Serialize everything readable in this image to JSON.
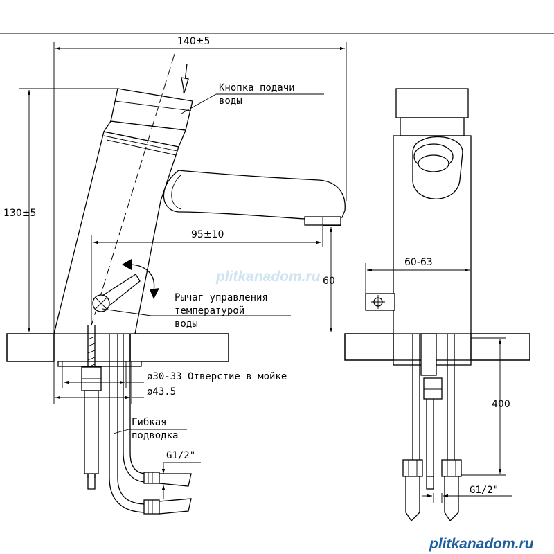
{
  "dimensions": {
    "overall_width": "140±5",
    "height": "130±5",
    "spout_reach": "95±10",
    "spout_height": "60",
    "body_depth": "60-63",
    "hose_length": "400",
    "hole": "ø30-33 Отверстие в мойке",
    "base_diameter": "ø43.5",
    "thread_front": "G1/2\"",
    "thread_side": "G1/2\""
  },
  "callouts": {
    "push_button": [
      "Кнопка подачи",
      "воды"
    ],
    "temperature_lever": [
      "Рычаг управления",
      "температурой",
      "воды"
    ],
    "flexible_hose": [
      "Гибкая",
      "подводка"
    ]
  },
  "watermarks": {
    "center": "plitkanadom.ru",
    "corner": "plitkanadom.ru"
  }
}
